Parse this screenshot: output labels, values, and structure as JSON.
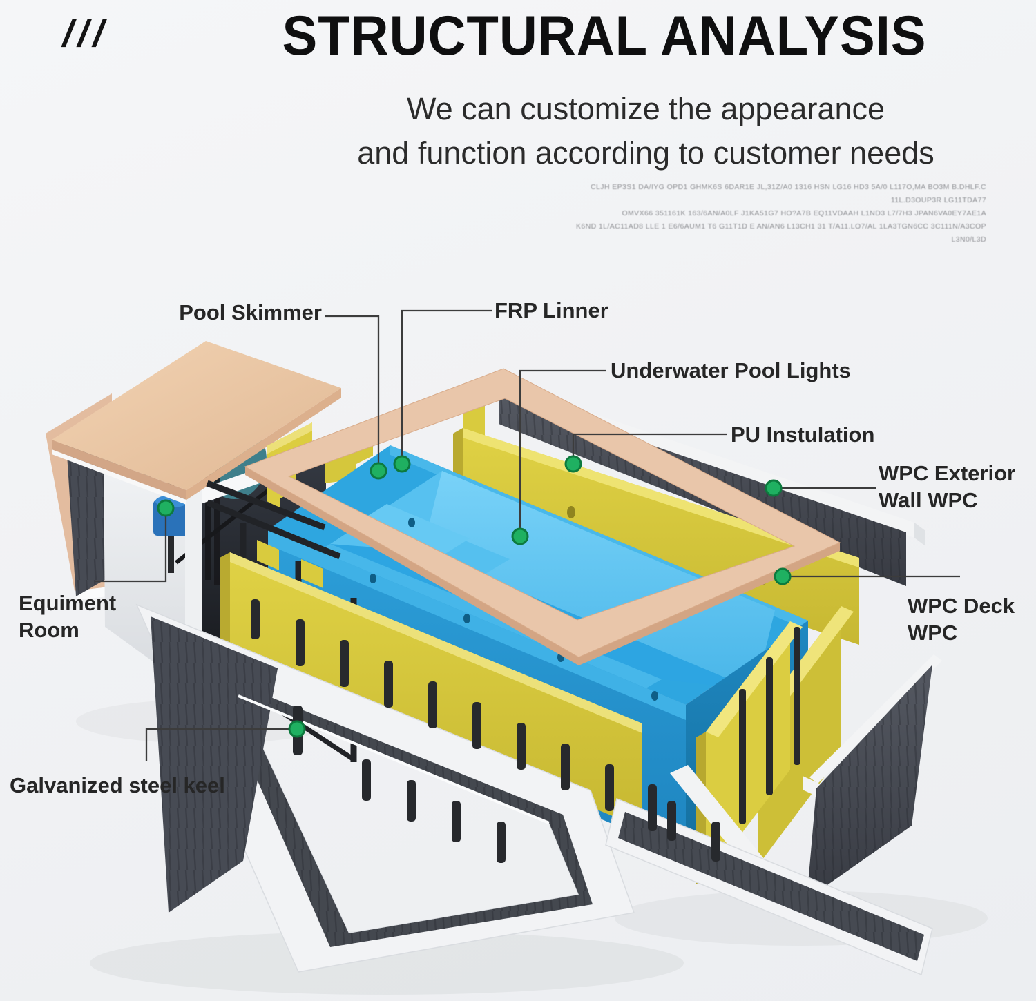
{
  "header": {
    "decor_slashes": "///",
    "title": "STRUCTURAL ANALYSIS",
    "subtitle_line1": "We can customize the appearance",
    "subtitle_line2": "and function according to customer needs",
    "fine_print_line1": "CLJH EP3S1 DA/IYG OPD1 GHMK6S 6DAR1E JL,31Z/A0 1316 HSN LG16 HD3 5A/0 L117O,MA BO3M B.DHLF.C 11L.D3OUP3R LG11TDA77",
    "fine_print_line2": "OMVX66 351161K 163/6AN/A0LF J1KA51G7 HO?A7B EQ11VDAAH L1ND3 L7/7H3 JPAN6VA0EY7AE1A",
    "fine_print_line3": "K6ND 1L/AC11AD8 LLE 1 E6/6AUM1 T6 G11T1D E AN/AN6 L13CH1 31 T/A11.LO7/AL 1LA3TGN6CC 3C111N/A3COP L3N0/L3D"
  },
  "diagram": {
    "labels": {
      "pool_skimmer": "Pool Skimmer",
      "frp_liner": "FRP Linner",
      "underwater_pool_lights": "Underwater Pool Lights",
      "pu_insulation": "PU Instulation",
      "wpc_exterior_1": "WPC Exterior",
      "wpc_exterior_2": "Wall WPC",
      "wpc_deck_1": "WPC Deck",
      "wpc_deck_2": "WPC",
      "equipment_room_1": "Equiment",
      "equipment_room_2": "Room",
      "galvanized_steel_keel": "Galvanized steel keel"
    },
    "colors": {
      "marker_green": "#1fb061",
      "marker_ring": "#0d7a3e",
      "leader_line": "#3c3c3c",
      "pool_blue": "#2ea6e0",
      "pool_blue_light": "#5fc6f2",
      "insulation_yellow": "#d9cb3e",
      "deck_tan": "#e8c4a8",
      "frame_white": "#f3f4f5",
      "wall_dark": "#474b54",
      "keel_black": "#27292d"
    }
  }
}
